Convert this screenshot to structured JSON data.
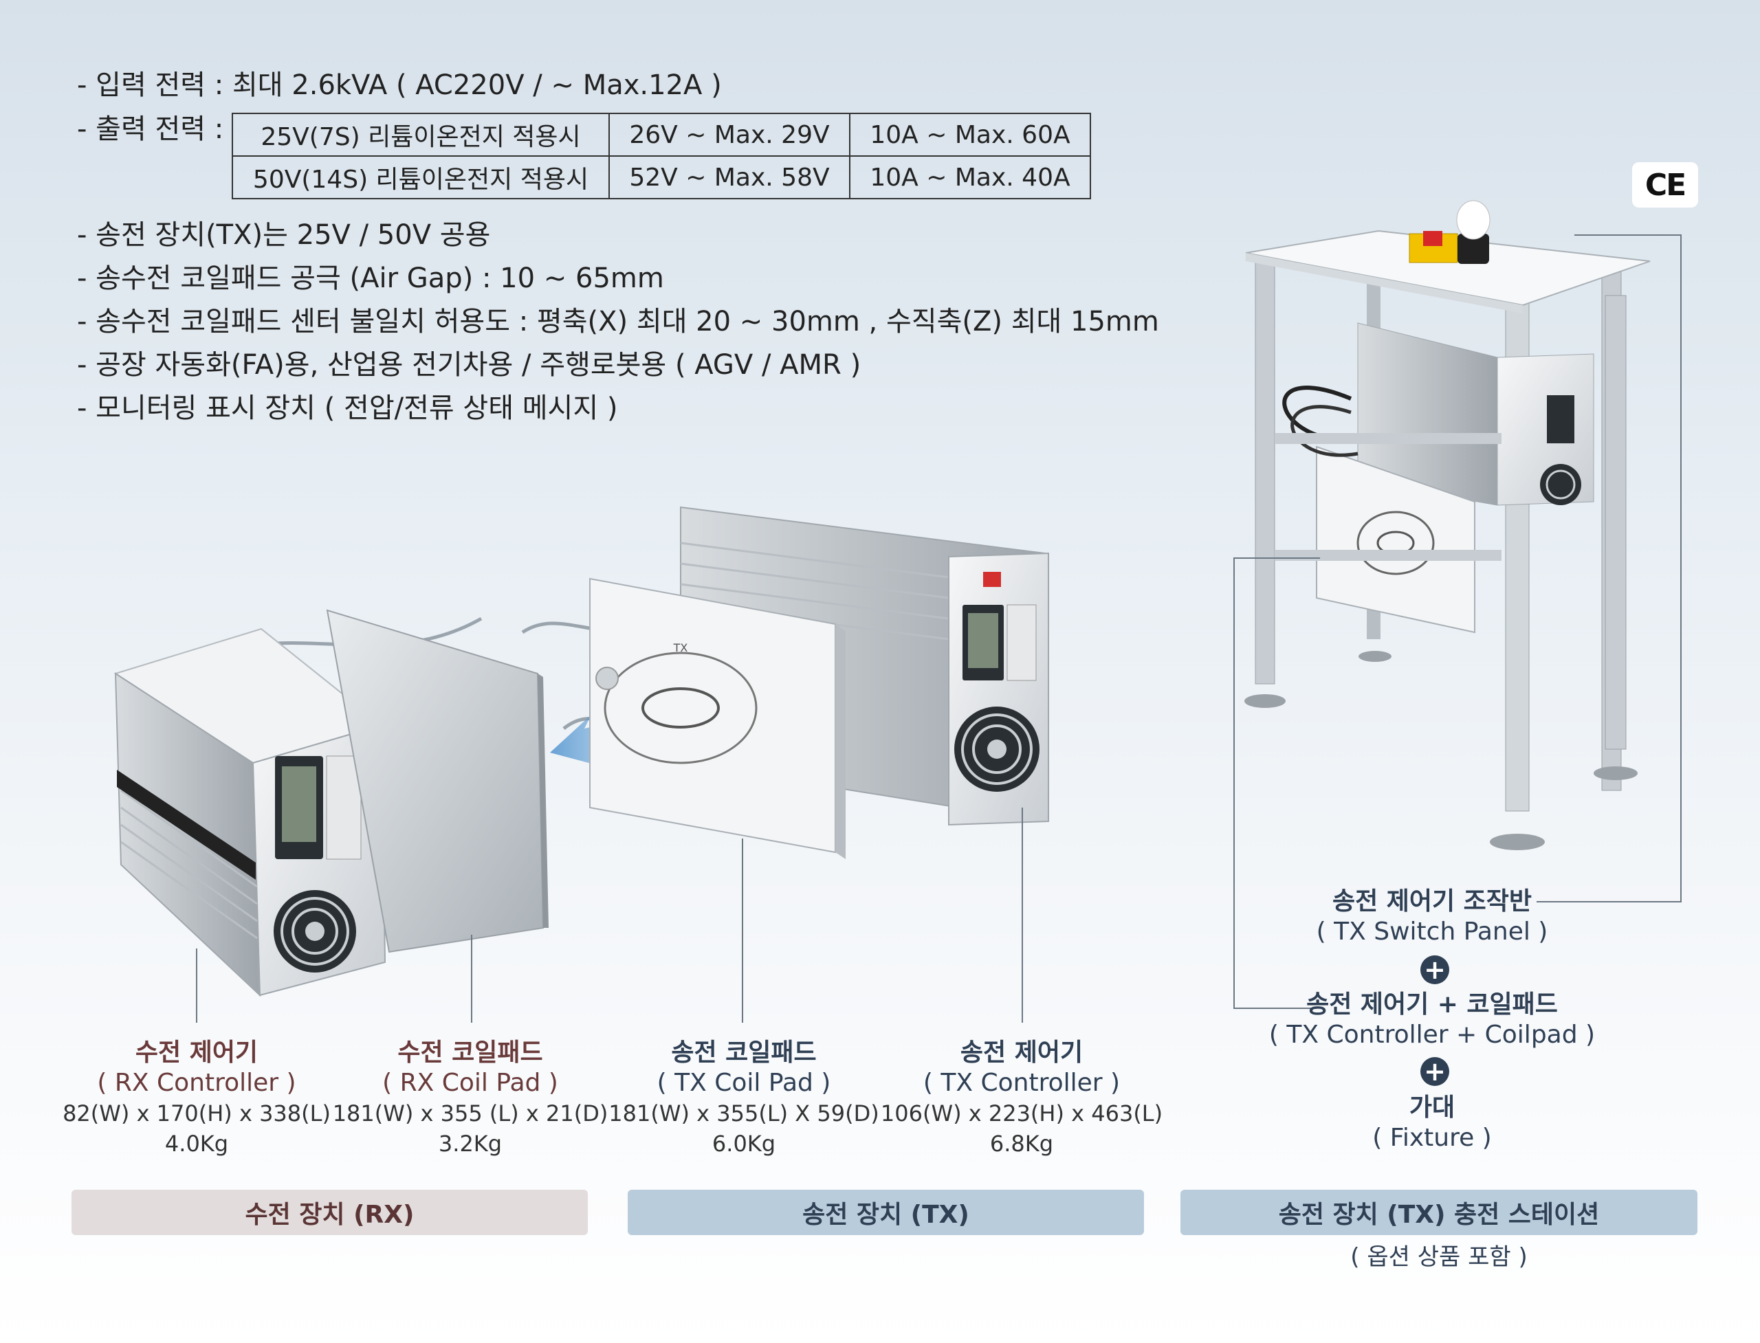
{
  "specs": {
    "input_power": "- 입력 전력 : 최대 2.6kVA ( AC220V / ~ Max.12A )",
    "output_power_label": "- 출력 전력 :",
    "output_table": [
      [
        "25V(7S) 리튬이온전지 적용시",
        "26V ~ Max. 29V",
        "10A ~ Max. 60A"
      ],
      [
        "50V(14S) 리튬이온전지 적용시",
        "52V ~ Max. 58V",
        "10A ~ Max. 40A"
      ]
    ],
    "lines": [
      "- 송전 장치(TX)는 25V / 50V 공용",
      "- 송수전 코일패드 공극 (Air Gap) : 10 ~ 65mm",
      "- 송수전 코일패드 센터 불일치 허용도 : 평축(X) 최대 20 ~ 30mm , 수직축(Z) 최대 15mm",
      "- 공장 자동화(FA)용, 산업용 전기차용 / 주행로봇용 ( AGV / AMR )",
      "- 모니터링 표시 장치 ( 전압/전류 상태 메시지 )"
    ]
  },
  "badge": {
    "ce": "CE"
  },
  "products": [
    {
      "name": "수전 제어기",
      "sub": "( RX Controller )",
      "dims": "82(W) x 170(H) x 338(L)",
      "weight": "4.0Kg"
    },
    {
      "name": "수전 코일패드",
      "sub": "( RX Coil Pad )",
      "dims": "181(W) x 355 (L) x 21(D)",
      "weight": "3.2Kg"
    },
    {
      "name": "송전 코일패드",
      "sub": "( TX Coil Pad )",
      "dims": "181(W) x 355(L) X 59(D)",
      "weight": "6.0Kg"
    },
    {
      "name": "송전 제어기",
      "sub": "( TX Controller )",
      "dims": "106(W) x 223(H) x 463(L)",
      "weight": "6.8Kg"
    }
  ],
  "station": {
    "panel_name": "송전 제어기 조작반",
    "panel_sub": "( TX Switch Panel )",
    "combo_name": "송전 제어기 + 코일패드",
    "combo_sub": "( TX Controller + Coilpad )",
    "fixture_name": "가대",
    "fixture_sub": "( Fixture )",
    "plus": "+"
  },
  "device_labels": {
    "pad_tx": "TX"
  },
  "bars": {
    "rx": "수전 장치 (RX)",
    "tx": "송전 장치 (TX)",
    "station": "송전 장치 (TX) 충전 스테이션",
    "station_note": "( 옵션 상품 포함 )"
  },
  "colors": {
    "rx_text": "#6a3a3a",
    "tx_text": "#2f3f54",
    "rx_bar": "#e2dcdc",
    "tx_bar": "#b9ccdc"
  }
}
